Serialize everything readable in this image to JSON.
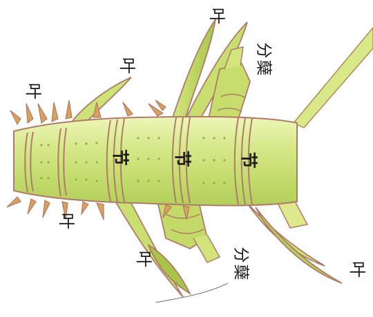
{
  "labels": {
    "leaf": "叶",
    "tiller": "分蘖",
    "node": "节"
  },
  "colors": {
    "stem_light": "#e6f2a6",
    "stem_mid": "#cfe37a",
    "stem_dark": "#a9c64d",
    "outline": "#b07a6a",
    "leaf": "#c5dc69",
    "leaf_dark": "#96b43c",
    "bud": "#d9a15a"
  }
}
